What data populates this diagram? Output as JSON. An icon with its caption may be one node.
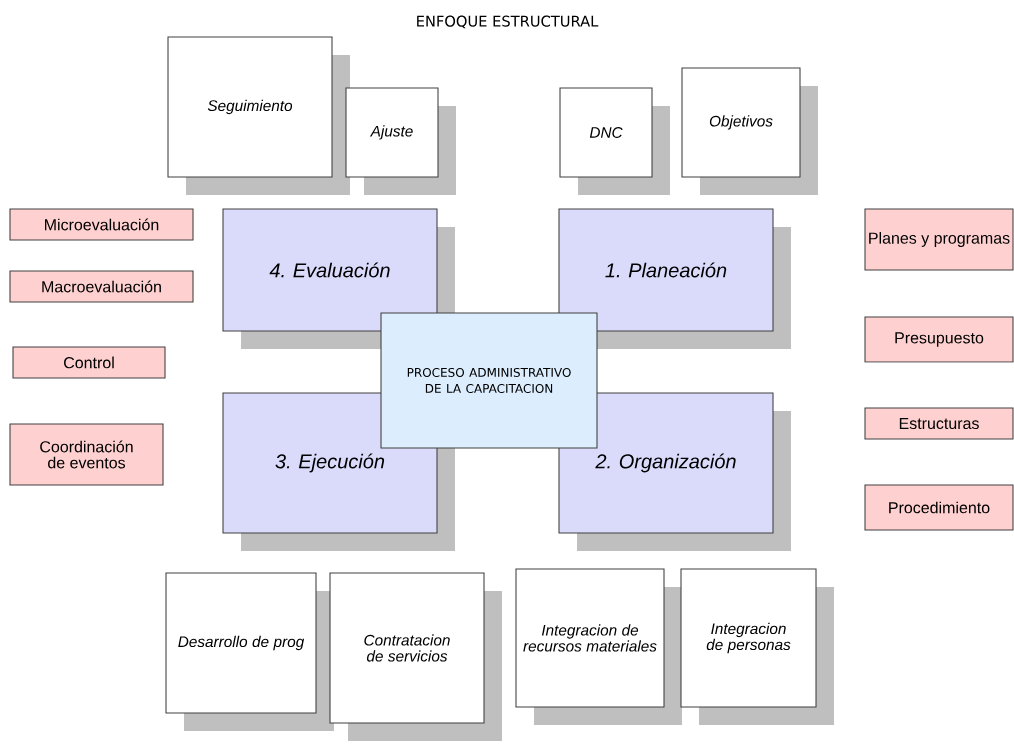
{
  "diagram": {
    "title": "ENFOQUE ESTRUCTURAL",
    "nodes": [
      {
        "text": [
          "Seguimiento"
        ]
      },
      {
        "text": [
          "Ajuste"
        ]
      },
      {
        "text": [
          "DNC"
        ]
      },
      {
        "text": [
          "Objetivos"
        ]
      },
      {
        "text": [
          "Microevaluación"
        ]
      },
      {
        "text": [
          "4. Evaluación"
        ]
      },
      {
        "text": [
          "1. Planeación"
        ]
      },
      {
        "text": [
          "Planes y programas"
        ]
      },
      {
        "text": [
          "Macroevaluación"
        ]
      },
      {
        "text": [
          "PROCESO ADMINISTRATIVO DE LA CAPACITACION"
        ]
      },
      {
        "text": [
          "Presupuesto"
        ]
      },
      {
        "text": [
          "Control"
        ]
      },
      {
        "text": [
          "Coordinación de eventos"
        ]
      },
      {
        "text": [
          "3. Ejecución"
        ]
      },
      {
        "text": [
          "2. Organización"
        ]
      },
      {
        "text": [
          "Estructuras"
        ]
      },
      {
        "text": [
          "Procedimiento"
        ]
      },
      {
        "text": [
          "Desarrollo de prog"
        ]
      },
      {
        "text": [
          "Contratacion de servicios"
        ]
      },
      {
        "text": [
          "Integracion de recursos materiales"
        ]
      },
      {
        "text": [
          "Integracion de personas"
        ]
      }
    ]
  }
}
